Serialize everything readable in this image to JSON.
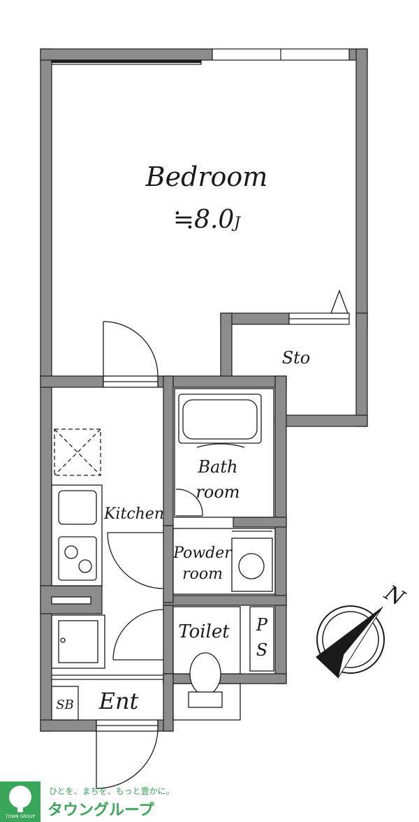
{
  "rooms": {
    "bedroom": {
      "label": "Bedroom",
      "area": "≒8.0",
      "unit": "J"
    },
    "storage": "Sto",
    "kitchen": "Kitchen",
    "bath_line1": "Bath",
    "bath_line2": "room",
    "powder_line1": "Powder",
    "powder_line2": "room",
    "toilet": "Toilet",
    "ps_line1": "P",
    "ps_line2": "S",
    "shoe_box": "SB",
    "entrance": "Ent"
  },
  "compass": {
    "north": "N"
  },
  "logo": {
    "tagline": "ひとを、まちを、もっと豊かに。",
    "name": "タウングループ",
    "sub": "TOWN GROUP",
    "brand_color": "#3aa65a"
  },
  "colors": {
    "wall_fill": "#8c8c8c",
    "line": "#1a1a1a"
  }
}
